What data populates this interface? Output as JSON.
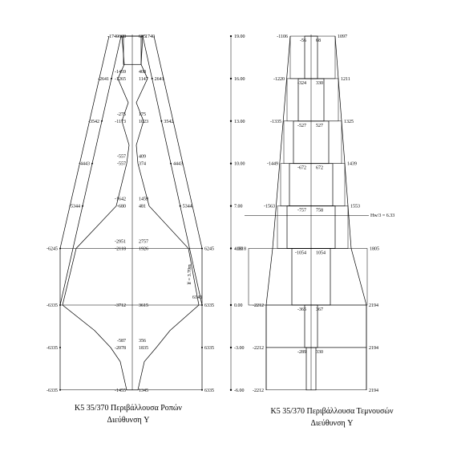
{
  "left_diagram": {
    "caption_line1": "K5 35/370 Περιβάλλουσα Ροπών",
    "caption_line2": "Διεύθυνση Y",
    "side_note": "lf = 3.70m",
    "rows": [
      {
        "z": 19.0,
        "outer_l": "-1740",
        "outer_r": "1740",
        "inner_l": "-628",
        "inner_r": "605"
      },
      {
        "z": 16.0,
        "outer_l": "-2641",
        "outer_r": "2641",
        "inner_l": "-1265",
        "inner_r": "1147",
        "cross_l": "-1459",
        "cross_r": "408"
      },
      {
        "z": 13.0,
        "outer_l": "-3542",
        "outer_r": "3542",
        "inner_l": "-1173",
        "inner_r": "1023",
        "cross_l": "-275",
        "cross_r": "175"
      },
      {
        "z": 10.0,
        "outer_l": "-4443",
        "outer_r": "4443",
        "inner_l": "-557",
        "inner_r": "374",
        "cross_l": "-557",
        "cross_r": "409"
      },
      {
        "z": 7.0,
        "outer_l": "-5344",
        "outer_r": "5344",
        "inner_l": "-680",
        "inner_r": "481",
        "cross_l": "-1642",
        "cross_r": "1459"
      },
      {
        "z": 4.0,
        "outer_l": "-6245",
        "outer_r": "6245",
        "inner_l": "-2118",
        "inner_r": "1926",
        "cross_l": "-2951",
        "cross_r": "2757"
      },
      {
        "z": 0.0,
        "outer_l": "-6335",
        "outer_r": "6335",
        "inner_l": "-3712",
        "inner_r": "3615",
        "extra_r": "6143"
      },
      {
        "z": -3.0,
        "outer_l": "-6335",
        "outer_r": "6335",
        "inner_l": "-2078",
        "inner_r": "1835",
        "cross_l": "-587",
        "cross_r": "356"
      },
      {
        "z": -6.0,
        "outer_l": "-6335",
        "outer_r": "6335",
        "inner_l": "-1455",
        "inner_r": "1345"
      }
    ]
  },
  "right_diagram": {
    "caption_line1": "K5 35/370 Περιβάλλουσα Τεμνουσών",
    "caption_line2": "Διεύθυνση Y",
    "hw_label": "Hw/3 = 6.33",
    "rows": [
      {
        "z": 19.0,
        "outer_l": "-1106",
        "outer_r": "1097",
        "inner_l": "-56",
        "inner_r": "68"
      },
      {
        "z": 16.0,
        "outer_l": "-1220",
        "outer_r": "1211",
        "inner_l": "-324",
        "inner_r": "330"
      },
      {
        "z": 13.0,
        "outer_l": "-1335",
        "outer_r": "1325",
        "inner_l": "-527",
        "inner_r": "527"
      },
      {
        "z": 10.0,
        "outer_l": "-1449",
        "outer_r": "1439",
        "inner_l": "-672",
        "inner_r": "672"
      },
      {
        "z": 7.0,
        "outer_l": "-1563",
        "outer_r": "1553",
        "inner_l": "-757",
        "inner_r": "758"
      },
      {
        "z": 4.0,
        "outer_l": "-1818",
        "outer_r": "1805",
        "inner_l": "-1054",
        "inner_r": "1054"
      },
      {
        "z": 0.0,
        "outer_l": "-2212",
        "outer_r": "2194",
        "inner_l": "-365",
        "inner_r": "367"
      },
      {
        "z": -3.0,
        "outer_l": "-2212",
        "outer_r": "2194",
        "inner_l": "-289",
        "inner_r": "330"
      },
      {
        "z": -6.0,
        "outer_l": "-2212",
        "outer_r": "2194"
      }
    ]
  },
  "elevations": [
    {
      "z": 19.0,
      "label": "19.00"
    },
    {
      "z": 16.0,
      "label": "16.00"
    },
    {
      "z": 13.0,
      "label": "13.00"
    },
    {
      "z": 10.0,
      "label": "10.00"
    },
    {
      "z": 7.0,
      "label": "7.00"
    },
    {
      "z": 4.0,
      "label": "4.00"
    },
    {
      "z": 0.0,
      "label": "0.00"
    },
    {
      "z": -3.0,
      "label": "-3.00"
    },
    {
      "z": -6.0,
      "label": "-6.00"
    }
  ]
}
